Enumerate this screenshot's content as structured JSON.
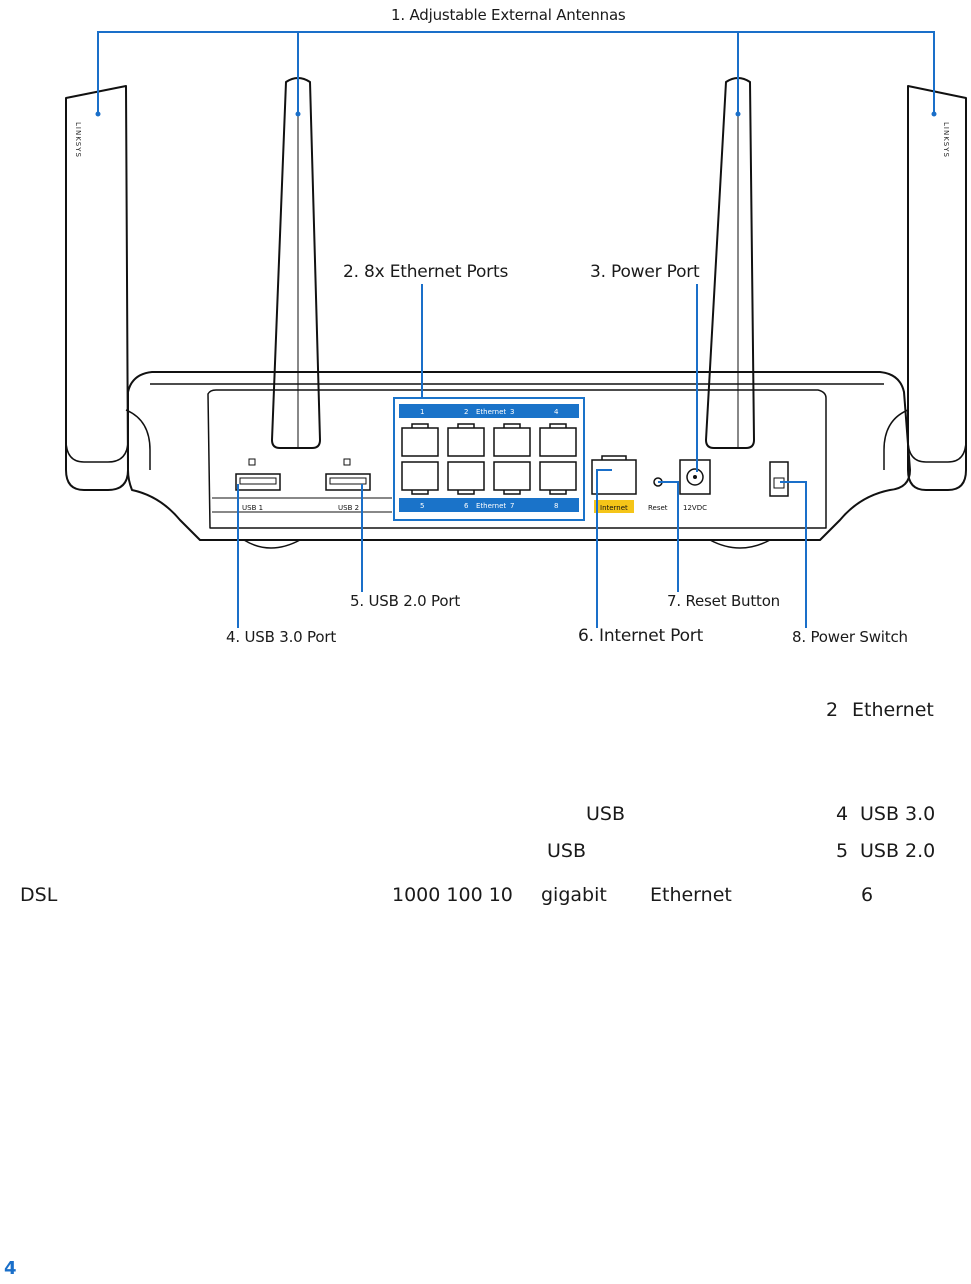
{
  "callouts": {
    "antennas": "1. Adjustable External Antennas",
    "ethernet_ports": "2. 8x Ethernet Ports",
    "power_port": "3. Power Port",
    "usb3_port": "4. USB 3.0 Port",
    "usb2_port": "5. USB 2.0 Port",
    "internet_port": "6. Internet Port",
    "reset_button": "7. Reset Button",
    "power_switch": "8. Power Switch"
  },
  "device": {
    "brand": "LINKSYS",
    "ethernet_top": [
      "1",
      "2",
      "Ethernet",
      "3",
      "4"
    ],
    "ethernet_bottom": [
      "5",
      "6",
      "Ethernet",
      "7",
      "8"
    ],
    "usb1": "USB 1",
    "usb2": "USB 2",
    "internet": "Internet",
    "reset": "Reset",
    "dc": "12VDC"
  },
  "body_text": {
    "line1": [
      "2",
      "Ethernet"
    ],
    "line2": [
      "USB",
      "4",
      "USB 3.0"
    ],
    "line3": [
      "USB",
      "5",
      "USB 2.0"
    ],
    "line4": [
      "DSL",
      "1000 100 10",
      "gigabit",
      "Ethernet",
      "6"
    ]
  },
  "page_number": "4",
  "colors": {
    "leader_line": "#1a6fc9",
    "ethernet_panel": "#1a73c9",
    "internet_label": "#f5c518",
    "outline": "#111111"
  }
}
